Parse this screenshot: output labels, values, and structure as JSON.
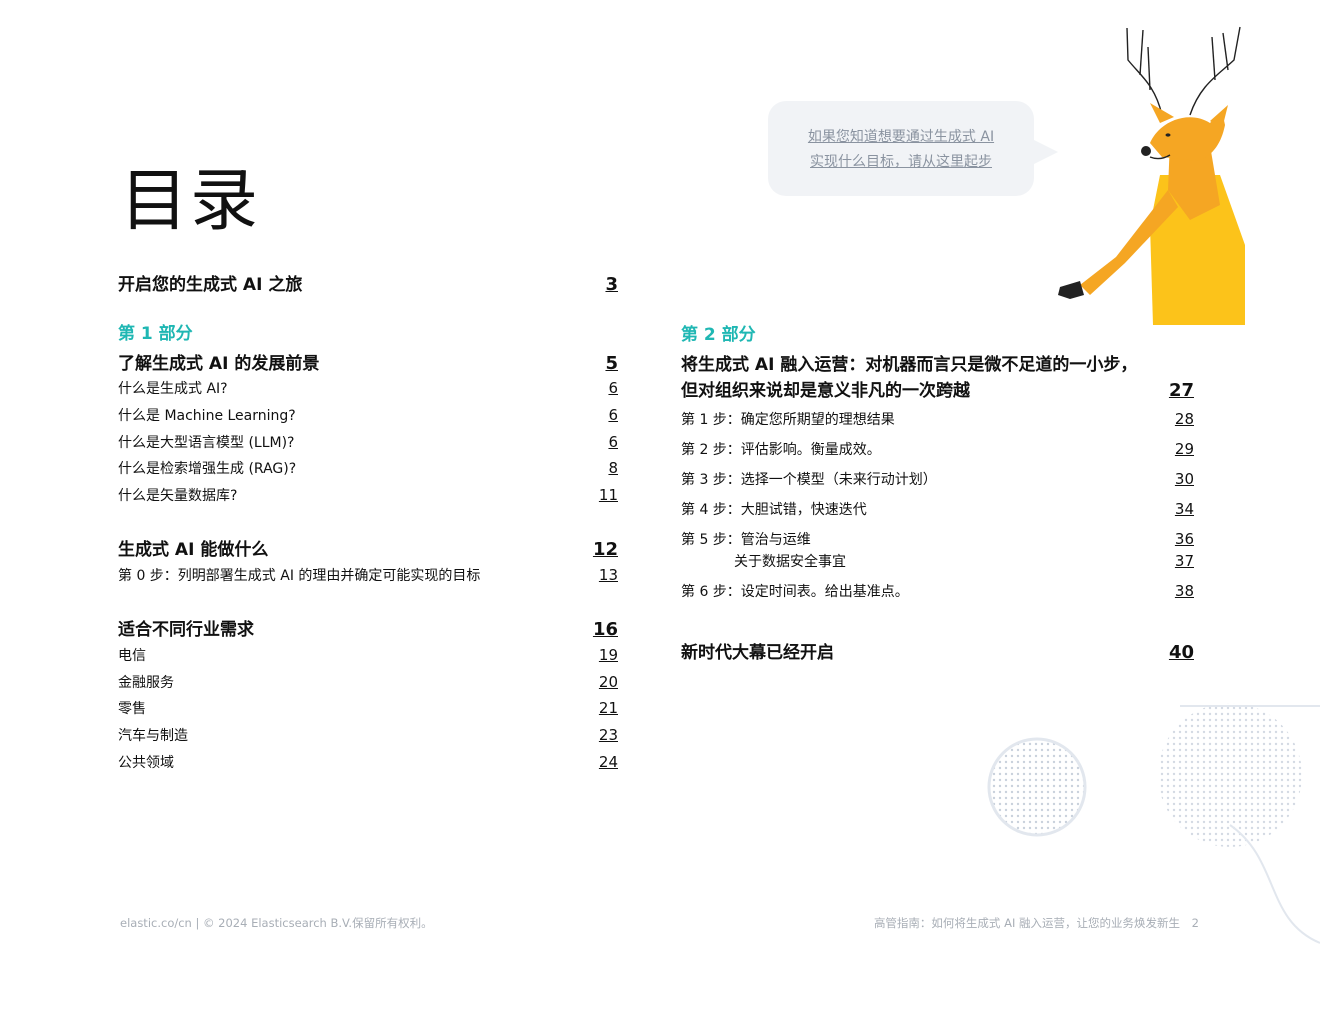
{
  "title": "目录",
  "speech_bubble": {
    "line1": "如果您知道想要通过生成式 AI",
    "line2": "实现什么目标，请从这里起步"
  },
  "left": {
    "intro": {
      "label": "开启您的生成式 AI 之旅",
      "page": "3"
    },
    "part_label": "第 1 部分",
    "sections": [
      {
        "label": "了解生成式 AI 的发展前景",
        "page": "5",
        "items": [
          {
            "label": "什么是生成式 AI?",
            "page": "6"
          },
          {
            "label": "什么是 Machine Learning?",
            "page": "6"
          },
          {
            "label": "什么是大型语言模型 (LLM)?",
            "page": "6"
          },
          {
            "label": "什么是检索增强生成 (RAG)?",
            "page": "8"
          },
          {
            "label": "什么是矢量数据库?",
            "page": "11"
          }
        ]
      },
      {
        "label": "生成式 AI 能做什么",
        "page": "12",
        "items": [
          {
            "label": "第 0 步：列明部署生成式 AI 的理由并确定可能实现的目标",
            "page": "13"
          }
        ]
      },
      {
        "label": "适合不同行业需求",
        "page": "16",
        "items": [
          {
            "label": "电信",
            "page": "19"
          },
          {
            "label": "金融服务",
            "page": "20"
          },
          {
            "label": "零售",
            "page": "21"
          },
          {
            "label": "汽车与制造",
            "page": "23"
          },
          {
            "label": "公共领域",
            "page": "24"
          }
        ]
      }
    ]
  },
  "right": {
    "part_label": "第 2 部分",
    "section": {
      "label_line1": "将生成式 AI 融入运营：对机器而言只是微不足道的一小步，",
      "label_line2": "但对组织来说却是意义非凡的一次跨越",
      "page": "27",
      "items": [
        {
          "label": "第 1 步：确定您所期望的理想结果",
          "page": "28"
        },
        {
          "label": "第 2 步：评估影响。衡量成效。",
          "page": "29"
        },
        {
          "label": "第 3 步：选择一个模型（未来行动计划）",
          "page": "30"
        },
        {
          "label": "第 4 步：大胆试错，快速迭代",
          "page": "34"
        },
        {
          "label": "第 5 步：管治与运维",
          "page": "36"
        },
        {
          "label": "关于数据安全事宜",
          "page": "37"
        },
        {
          "label": "第 6 步：设定时间表。给出基准点。",
          "page": "38"
        }
      ]
    },
    "closing": {
      "label": "新时代大幕已经开启",
      "page": "40"
    }
  },
  "footer": {
    "left": "elastic.co/cn | © 2024 Elasticsearch B.V.保留所有权利。",
    "right": "高管指南：如何将生成式 AI 融入运营，让您的业务焕发新生",
    "page_number": "2"
  },
  "colors": {
    "accent": "#1fb7b3",
    "bubble": "#f1f3f6",
    "deer_body": "#f5a623",
    "deer_shirt": "#fcc31a"
  }
}
